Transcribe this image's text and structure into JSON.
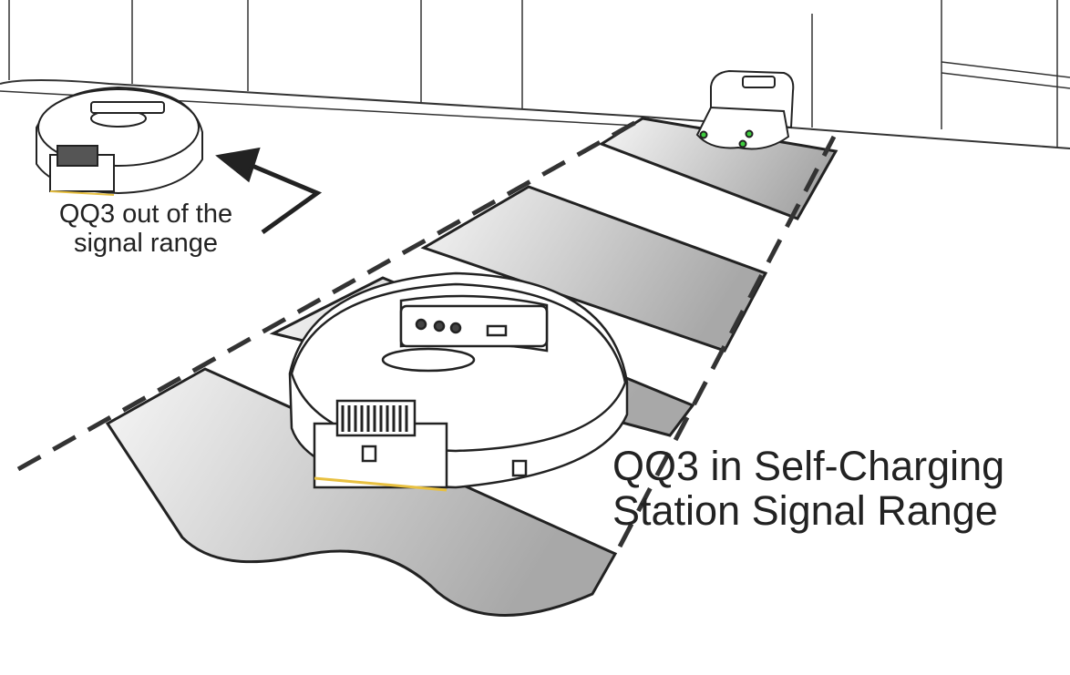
{
  "labels": {
    "out_of_range_line1": "QQ3 out of the",
    "out_of_range_line2": "signal range",
    "in_range_line1": "QQ3 in Self-Charging",
    "in_range_line2": "Station Signal Range"
  },
  "colors": {
    "ink": "#222222",
    "panel_light": "#f4f4f4",
    "panel_dark": "#a9a9a9",
    "led_green": "#3ecf3e",
    "strip_yellow": "#e8c040"
  }
}
